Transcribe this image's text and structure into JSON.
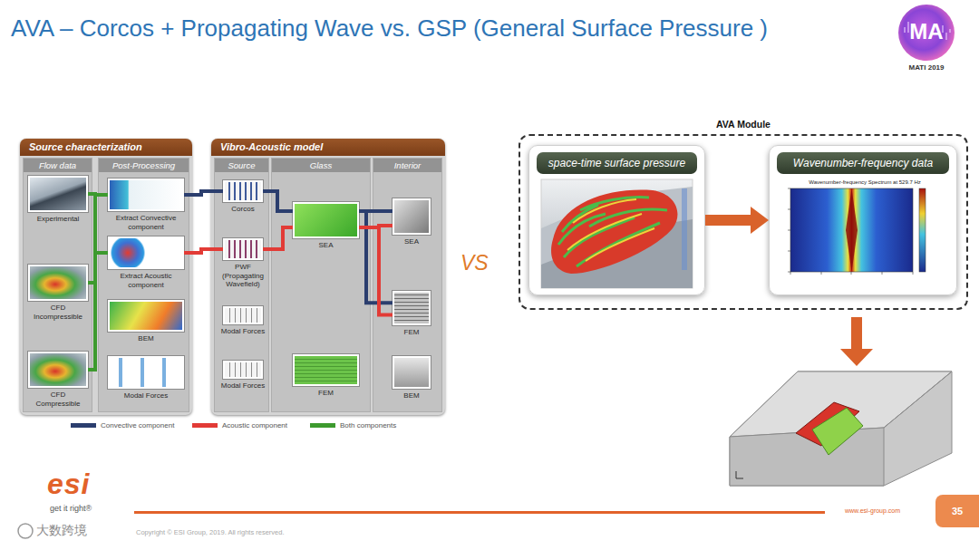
{
  "diagram": {
    "title": "AVA – Corcos + Propagating Wave vs. GSP (General Surface Pressure )",
    "nodes": [
      {
        "text": [
          "Source characterization"
        ]
      },
      {
        "text": [
          "Flow data"
        ],
        "in": 0
      },
      {
        "text": [
          "Experimental"
        ],
        "in": 1
      },
      {
        "text": [
          "CFD Incompressible"
        ],
        "in": 1
      },
      {
        "text": [
          "CFD Compressible"
        ],
        "in": 1
      },
      {
        "text": [
          "Post-Processing"
        ],
        "in": 0
      },
      {
        "text": [
          "Extract Convective component"
        ],
        "in": 5
      },
      {
        "text": [
          "Extract Acoustic component"
        ],
        "in": 5
      },
      {
        "text": [
          "BEM"
        ],
        "in": 5
      },
      {
        "text": [
          "Modal Forces"
        ],
        "in": 5
      },
      {
        "text": [
          "Vibro-Acoustic model"
        ]
      },
      {
        "text": [
          "Source"
        ],
        "in": 10
      },
      {
        "text": [
          "Corcos"
        ],
        "in": 11
      },
      {
        "text": [
          "PWF (Propagating Wavefield)"
        ],
        "in": 11
      },
      {
        "text": [
          "Modal Forces"
        ],
        "in": 11
      },
      {
        "text": [
          "Modal Forces"
        ],
        "in": 11
      },
      {
        "text": [
          "Glass"
        ],
        "in": 10
      },
      {
        "text": [
          "SEA"
        ],
        "in": 16
      },
      {
        "text": [
          "FEM"
        ],
        "in": 16
      },
      {
        "text": [
          "Interior"
        ],
        "in": 10
      },
      {
        "text": [
          "SEA"
        ],
        "in": 19
      },
      {
        "text": [
          "FEM"
        ],
        "in": 19
      },
      {
        "text": [
          "BEM"
        ],
        "in": 19
      },
      {
        "text": [
          "AVA Module"
        ]
      },
      {
        "text": [
          "space-time surface pressure"
        ],
        "in": 23
      },
      {
        "text": [
          "Wavenumber-frequency data"
        ],
        "in": 23
      }
    ],
    "edges": [
      {
        "from": 2,
        "to": 6,
        "arrow": "none"
      },
      {
        "from": 2,
        "to": 7,
        "arrow": "none"
      },
      {
        "from": 3,
        "to": 6,
        "arrow": "none"
      },
      {
        "from": 3,
        "to": 7,
        "arrow": "none"
      },
      {
        "from": 4,
        "to": 6,
        "arrow": "none"
      },
      {
        "from": 4,
        "to": 7,
        "arrow": "none"
      },
      {
        "from": 6,
        "to": 12,
        "arrow": "none"
      },
      {
        "from": 12,
        "to": 17,
        "arrow": "none"
      },
      {
        "from": 17,
        "to": 20,
        "arrow": "none"
      },
      {
        "from": 17,
        "to": 21,
        "arrow": "none"
      },
      {
        "from": 7,
        "to": 13,
        "arrow": "none"
      },
      {
        "from": 13,
        "to": 17,
        "arrow": "none"
      },
      {
        "from": 17,
        "to": 20,
        "arrow": "none"
      },
      {
        "from": 17,
        "to": 21,
        "arrow": "none"
      },
      {
        "from": 24,
        "to": 25,
        "arrow": "to"
      }
    ],
    "labels": [
      "MA",
      "MATI 2019",
      "VS",
      "Wavenumber-frequency Spectrum at 529.7 Hz",
      "esi",
      "get it right®",
      "Copyright © ESI Group, 2019. All rights reserved.",
      "www.esi-group.com",
      "35",
      "大数跨境"
    ],
    "legend": [
      {
        "text": "Convective component",
        "color": "#2b3e6e"
      },
      {
        "text": "Acoustic component",
        "color": "#e23b36"
      },
      {
        "text": "Both components",
        "color": "#3d9a2e"
      }
    ]
  }
}
